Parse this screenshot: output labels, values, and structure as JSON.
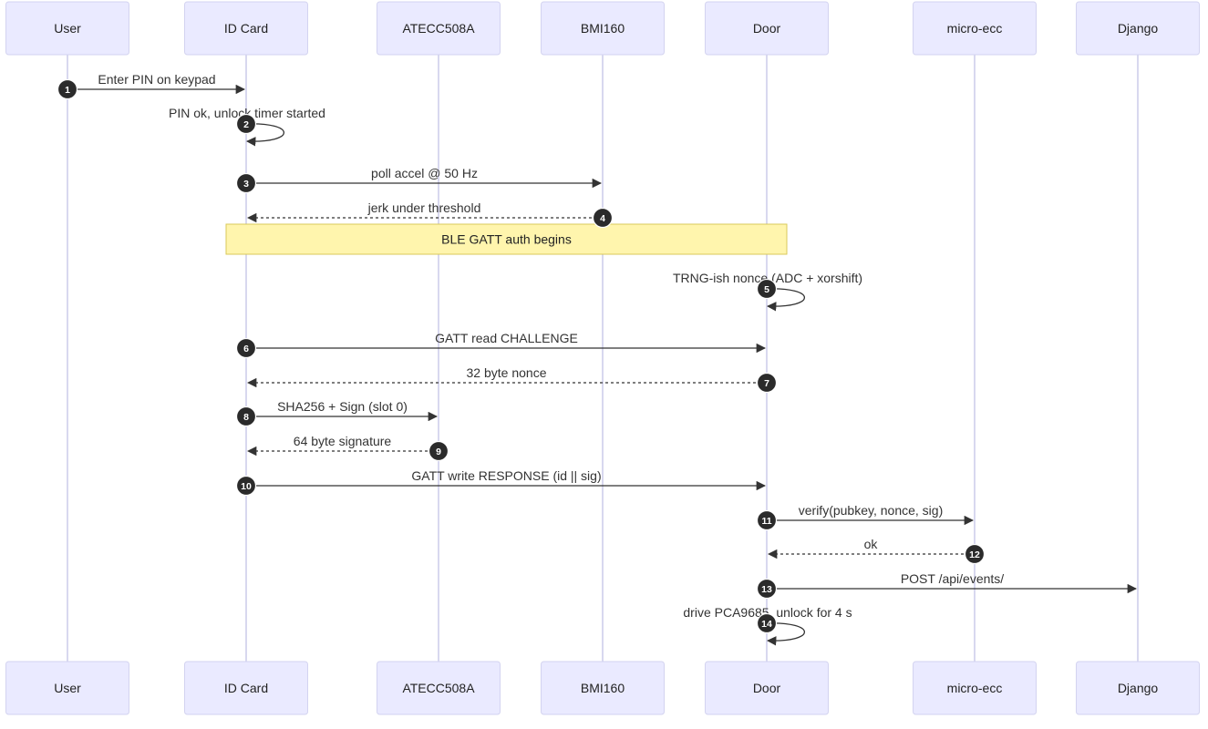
{
  "actors": [
    {
      "id": "user",
      "label": "User"
    },
    {
      "id": "idcard",
      "label": "ID Card"
    },
    {
      "id": "atecc",
      "label": "ATECC508A"
    },
    {
      "id": "bmi",
      "label": "BMI160"
    },
    {
      "id": "door",
      "label": "Door"
    },
    {
      "id": "uecc",
      "label": "micro-ecc"
    },
    {
      "id": "django",
      "label": "Django"
    }
  ],
  "note": {
    "text": "BLE GATT auth begins",
    "from": "idcard",
    "to": "door"
  },
  "messages": [
    {
      "num": "1",
      "from": "user",
      "to": "idcard",
      "text": "Enter PIN on keypad",
      "style": "solid"
    },
    {
      "num": "2",
      "from": "idcard",
      "to": "idcard",
      "text": "PIN ok, unlock timer started",
      "style": "solid"
    },
    {
      "num": "3",
      "from": "idcard",
      "to": "bmi",
      "text": "poll accel @ 50 Hz",
      "style": "solid"
    },
    {
      "num": "4",
      "from": "bmi",
      "to": "idcard",
      "text": "jerk under threshold",
      "style": "dashed"
    },
    {
      "num": "5",
      "from": "door",
      "to": "door",
      "text": "TRNG-ish nonce (ADC + xorshift)",
      "style": "solid"
    },
    {
      "num": "6",
      "from": "idcard",
      "to": "door",
      "text": "GATT read CHALLENGE",
      "style": "solid"
    },
    {
      "num": "7",
      "from": "door",
      "to": "idcard",
      "text": "32 byte nonce",
      "style": "dashed"
    },
    {
      "num": "8",
      "from": "idcard",
      "to": "atecc",
      "text": "SHA256 + Sign (slot 0)",
      "style": "solid"
    },
    {
      "num": "9",
      "from": "atecc",
      "to": "idcard",
      "text": "64 byte signature",
      "style": "dashed"
    },
    {
      "num": "10",
      "from": "idcard",
      "to": "door",
      "text": "GATT write RESPONSE (id || sig)",
      "style": "solid"
    },
    {
      "num": "11",
      "from": "door",
      "to": "uecc",
      "text": "verify(pubkey, nonce, sig)",
      "style": "solid"
    },
    {
      "num": "12",
      "from": "uecc",
      "to": "door",
      "text": "ok",
      "style": "dashed"
    },
    {
      "num": "13",
      "from": "door",
      "to": "django",
      "text": "POST /api/events/",
      "style": "solid"
    },
    {
      "num": "14",
      "from": "door",
      "to": "door",
      "text": "drive PCA9685, unlock for 4 s",
      "style": "solid"
    }
  ]
}
